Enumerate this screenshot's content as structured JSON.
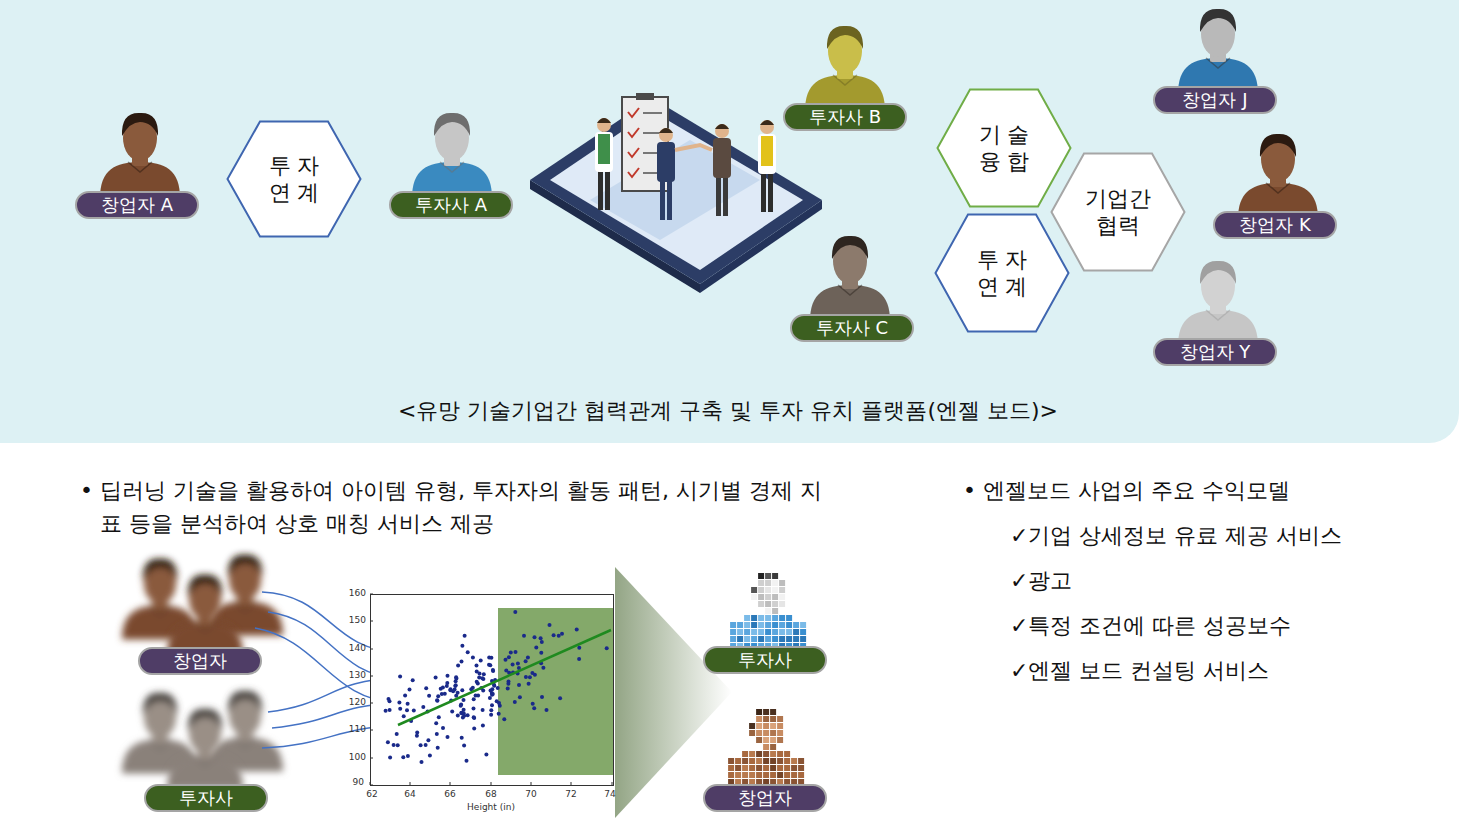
{
  "diagram": {
    "caption": "<유망 기술기업간 협력관계 구축 및 투자 유치 플랫폼(엔젤 보드)>",
    "nodes": [
      {
        "text": [
          "창업자 A"
        ]
      },
      {
        "text": [
          "투 자 연 계"
        ]
      },
      {
        "text": [
          "투자사 A"
        ]
      },
      {
        "text": [
          "투자사 B"
        ]
      },
      {
        "text": [
          "기 술 융 합"
        ]
      },
      {
        "text": [
          "창업자 J"
        ]
      },
      {
        "text": [
          "기업간 협력"
        ]
      },
      {
        "text": [
          "창업자 K"
        ]
      },
      {
        "text": [
          "투자사 C"
        ]
      },
      {
        "text": [
          "투 자 연 계"
        ]
      },
      {
        "text": [
          "창업자 Y"
        ]
      },
      {
        "text": [
          "창업자"
        ]
      },
      {
        "text": [
          "투자사"
        ]
      },
      {
        "text": [
          "투자사"
        ]
      },
      {
        "text": [
          "창업자"
        ]
      }
    ],
    "labels": [
      "• 딥러닝 기술을 활용하여 아이템 유형, 투자자의 활동 패턴, 시기별 경제 지표 등을 분석하여 상호 매칭 서비스 제공",
      "160",
      "150",
      "140",
      "130",
      "120",
      "110",
      "100",
      "90",
      "62",
      "64",
      "66",
      "68",
      "70",
      "72",
      "74",
      "Height (in)",
      "• 엔젤보드 사업의 주요 수익모델",
      "✓기업 상세정보 유료 제공 서비스",
      "✓광고",
      "✓특정 조건에 따른 성공보수",
      "✓엔젤 보드 컨설팅 서비스"
    ]
  }
}
